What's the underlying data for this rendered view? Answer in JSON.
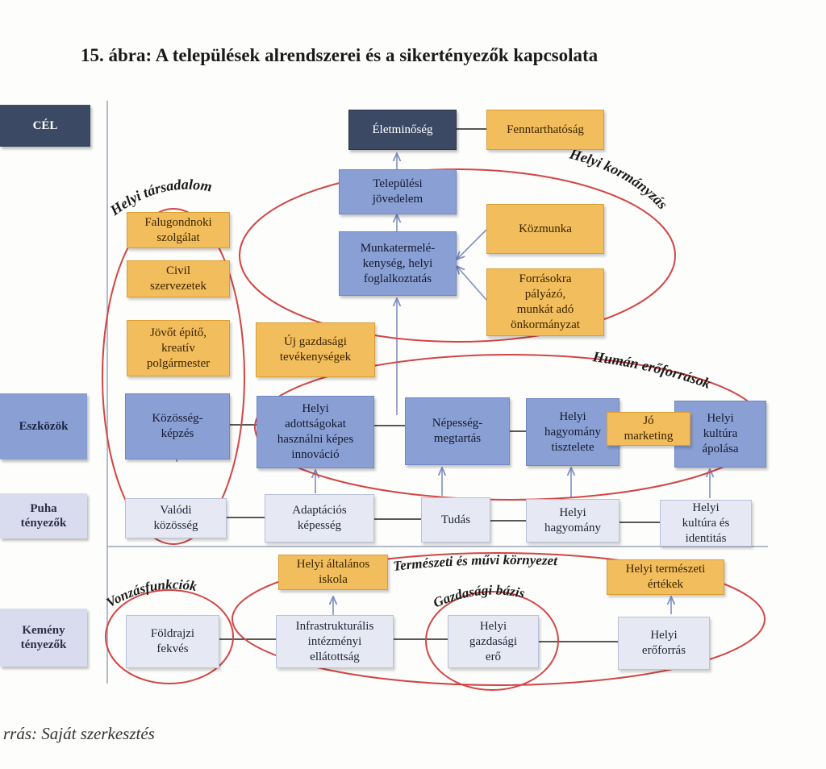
{
  "title": "15. ábra: A települések alrendszerei és a sikertényezők kapcsolata",
  "source": "rrás: Saját szerkesztés",
  "categories": {
    "cel": "CÉL",
    "eszkozok": "Eszközök",
    "puha": "Puha\ntényezők",
    "kemeny": "Kemény\ntényezők"
  },
  "nodes": {
    "eletminoseg": "Életminőség",
    "fenntarthatosag": "Fenntarthatóság",
    "telepulesi_jovedelem": "Települési\njövedelem",
    "kozmunka": "Közmunka",
    "munkatermelekenyseg": "Munkatermelé-\nkenység, helyi\nfoglalkoztatás",
    "forrasokra": "Forrásokra\npályázó,\nmunkát adó\nönkormányzat",
    "falugondnoki": "Falugondnoki\nszolgálat",
    "civil": "Civil\nszervezetek",
    "jovot_epito": "Jövőt építő,\nkreatív\npolgármester",
    "uj_gazdasagi": "Új gazdasági\ntevékenységek",
    "kozossegkepzes": "Közösség-\nképzés",
    "helyi_adottsagok": "Helyi\nadottságokat\nhasználni képes\ninnováció",
    "nepessegmegtartas": "Népesség-\nmegtartás",
    "helyi_hagyomany_tisztelete": "Helyi\nhagyomány\ntisztelete",
    "jo_marketing": "Jó\nmarketing",
    "helyi_kultura_apolasa": "Helyi\nkultúra\nápolása",
    "valodi_kozosseg": "Valódi\nközösség",
    "adaptacios": "Adaptációs\nképesség",
    "tudas": "Tudás",
    "helyi_hagyomany": "Helyi\nhagyomány",
    "helyi_kultura_identitas": "Helyi\nkultúra és\nidentitás",
    "helyi_altalanos_iskola": "Helyi általános\niskola",
    "helyi_termeszeti_ertekek": "Helyi természeti\nértékek",
    "foldrajzi_fekves": "Földrajzi\nfekvés",
    "infrastrukturalis": "Infrastrukturális\nintézményi\nellátottság",
    "helyi_gazdasagi_ero": "Helyi\ngazdasági\nerő",
    "helyi_eroforras": "Helyi\nerőforrás"
  },
  "curve_labels": {
    "helyi_tarsadalom": "Helyi társadalom",
    "helyi_kormanyzas": "Helyi kormányzás",
    "human_eroforrasok": "Humán erőforrások",
    "termeszeti_muvi": "Természeti és művi környezet",
    "vonzasfunkciok": "Vonzásfunkciók",
    "gazdasagi_bazis": "Gazdasági bázis"
  },
  "colors": {
    "navy": "#3c4964",
    "blue": "#8a9fd4",
    "orange": "#f2bd5c",
    "pale": "#e6e9f3",
    "ellipse": "#d24545",
    "line": "#222222",
    "arrow": "#7f90c4"
  }
}
